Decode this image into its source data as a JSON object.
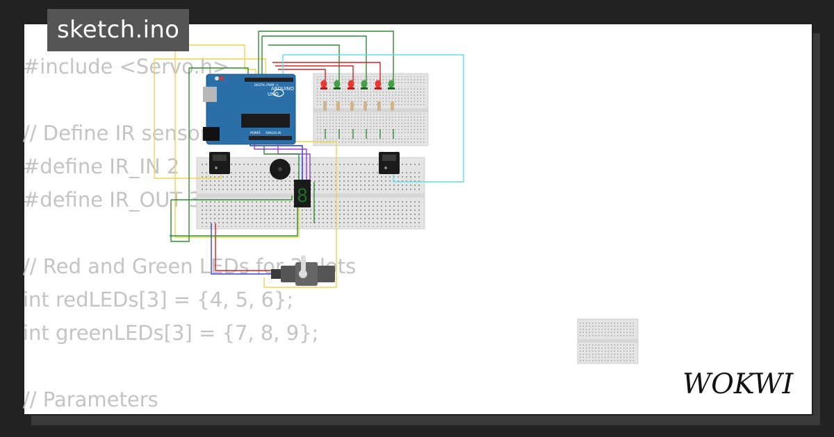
{
  "tab": {
    "title": "sketch.ino"
  },
  "code_lines": [
    "#include <Servo.h>",
    "",
    "// Define IR sensors",
    "#define IR_IN 2",
    "#define IR_OUT 3",
    "",
    "// Red and Green LEDs for 3 slots",
    "int redLEDs[3] = {4, 5, 6};",
    "int greenLEDs[3] = {7, 8, 9};",
    "",
    "// Parameters"
  ],
  "arduino": {
    "brand": "ARDUINO",
    "model": "UNO",
    "digital_label": "DIGITAL (PWM ~)",
    "analog_label": "ANALOG IN",
    "power_label": "POWER"
  },
  "seven_segment": {
    "digit": "8"
  },
  "brand_logo": "WOKWI",
  "colors": {
    "background": "#222222",
    "canvas": "#ffffff",
    "code_text": "#c4c4c4",
    "tab_bg": "#555555",
    "arduino_blue": "#2a6fa8",
    "led_red": "#e53935",
    "led_green": "#43a047",
    "wire_yellow": "#f2d34b",
    "wire_cyan": "#5fe0ea",
    "wire_green": "#2e8b2e",
    "wire_red": "#d62020",
    "wire_purple": "#9b3fd0",
    "wire_blue": "#2233cc"
  }
}
